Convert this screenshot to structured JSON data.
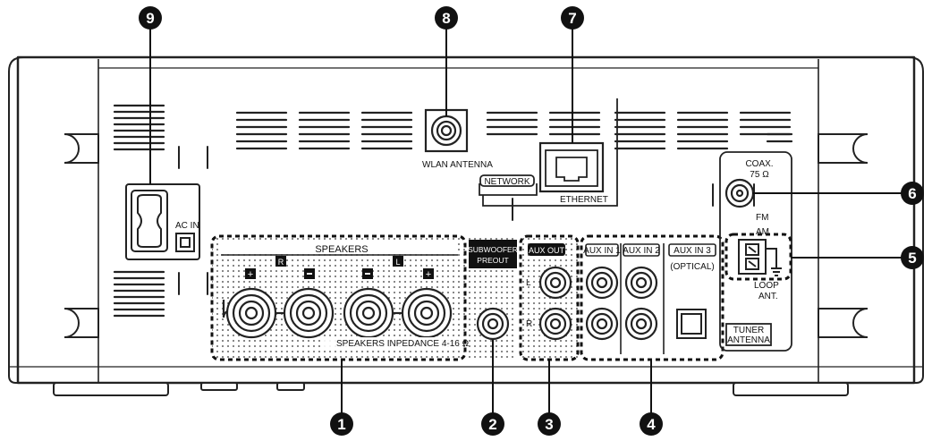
{
  "callouts": [
    "1",
    "2",
    "3",
    "4",
    "5",
    "6",
    "7",
    "8",
    "9"
  ],
  "labels": {
    "speakers": "SPEAKERS",
    "speaker_r": "R",
    "speaker_l": "L",
    "impedance": "SPEAKERS INPEDANCE 4-16 Ω",
    "subwoofer": "SUBWOOFER",
    "preout": "PREOUT",
    "aux_out": "AUX OUT",
    "aux_l": "L",
    "aux_r": "R",
    "aux_in_1": "AUX IN 1",
    "aux_in_2": "AUX IN 2",
    "aux_in_3": "AUX IN 3",
    "optical": "(OPTICAL)",
    "ac_in": "AC IN",
    "wlan": "WLAN ANTENNA",
    "network": "NETWORK",
    "ethernet": "ETHERNET",
    "coax": "COAX.",
    "coax_ohm": "75 Ω",
    "fm": "FM",
    "am": "AM",
    "loop": "LOOP",
    "ant": "ANT.",
    "tuner": "TUNER",
    "antenna": "ANTENNA"
  },
  "colors": {
    "outline": "#222222",
    "badge": "#111111"
  }
}
